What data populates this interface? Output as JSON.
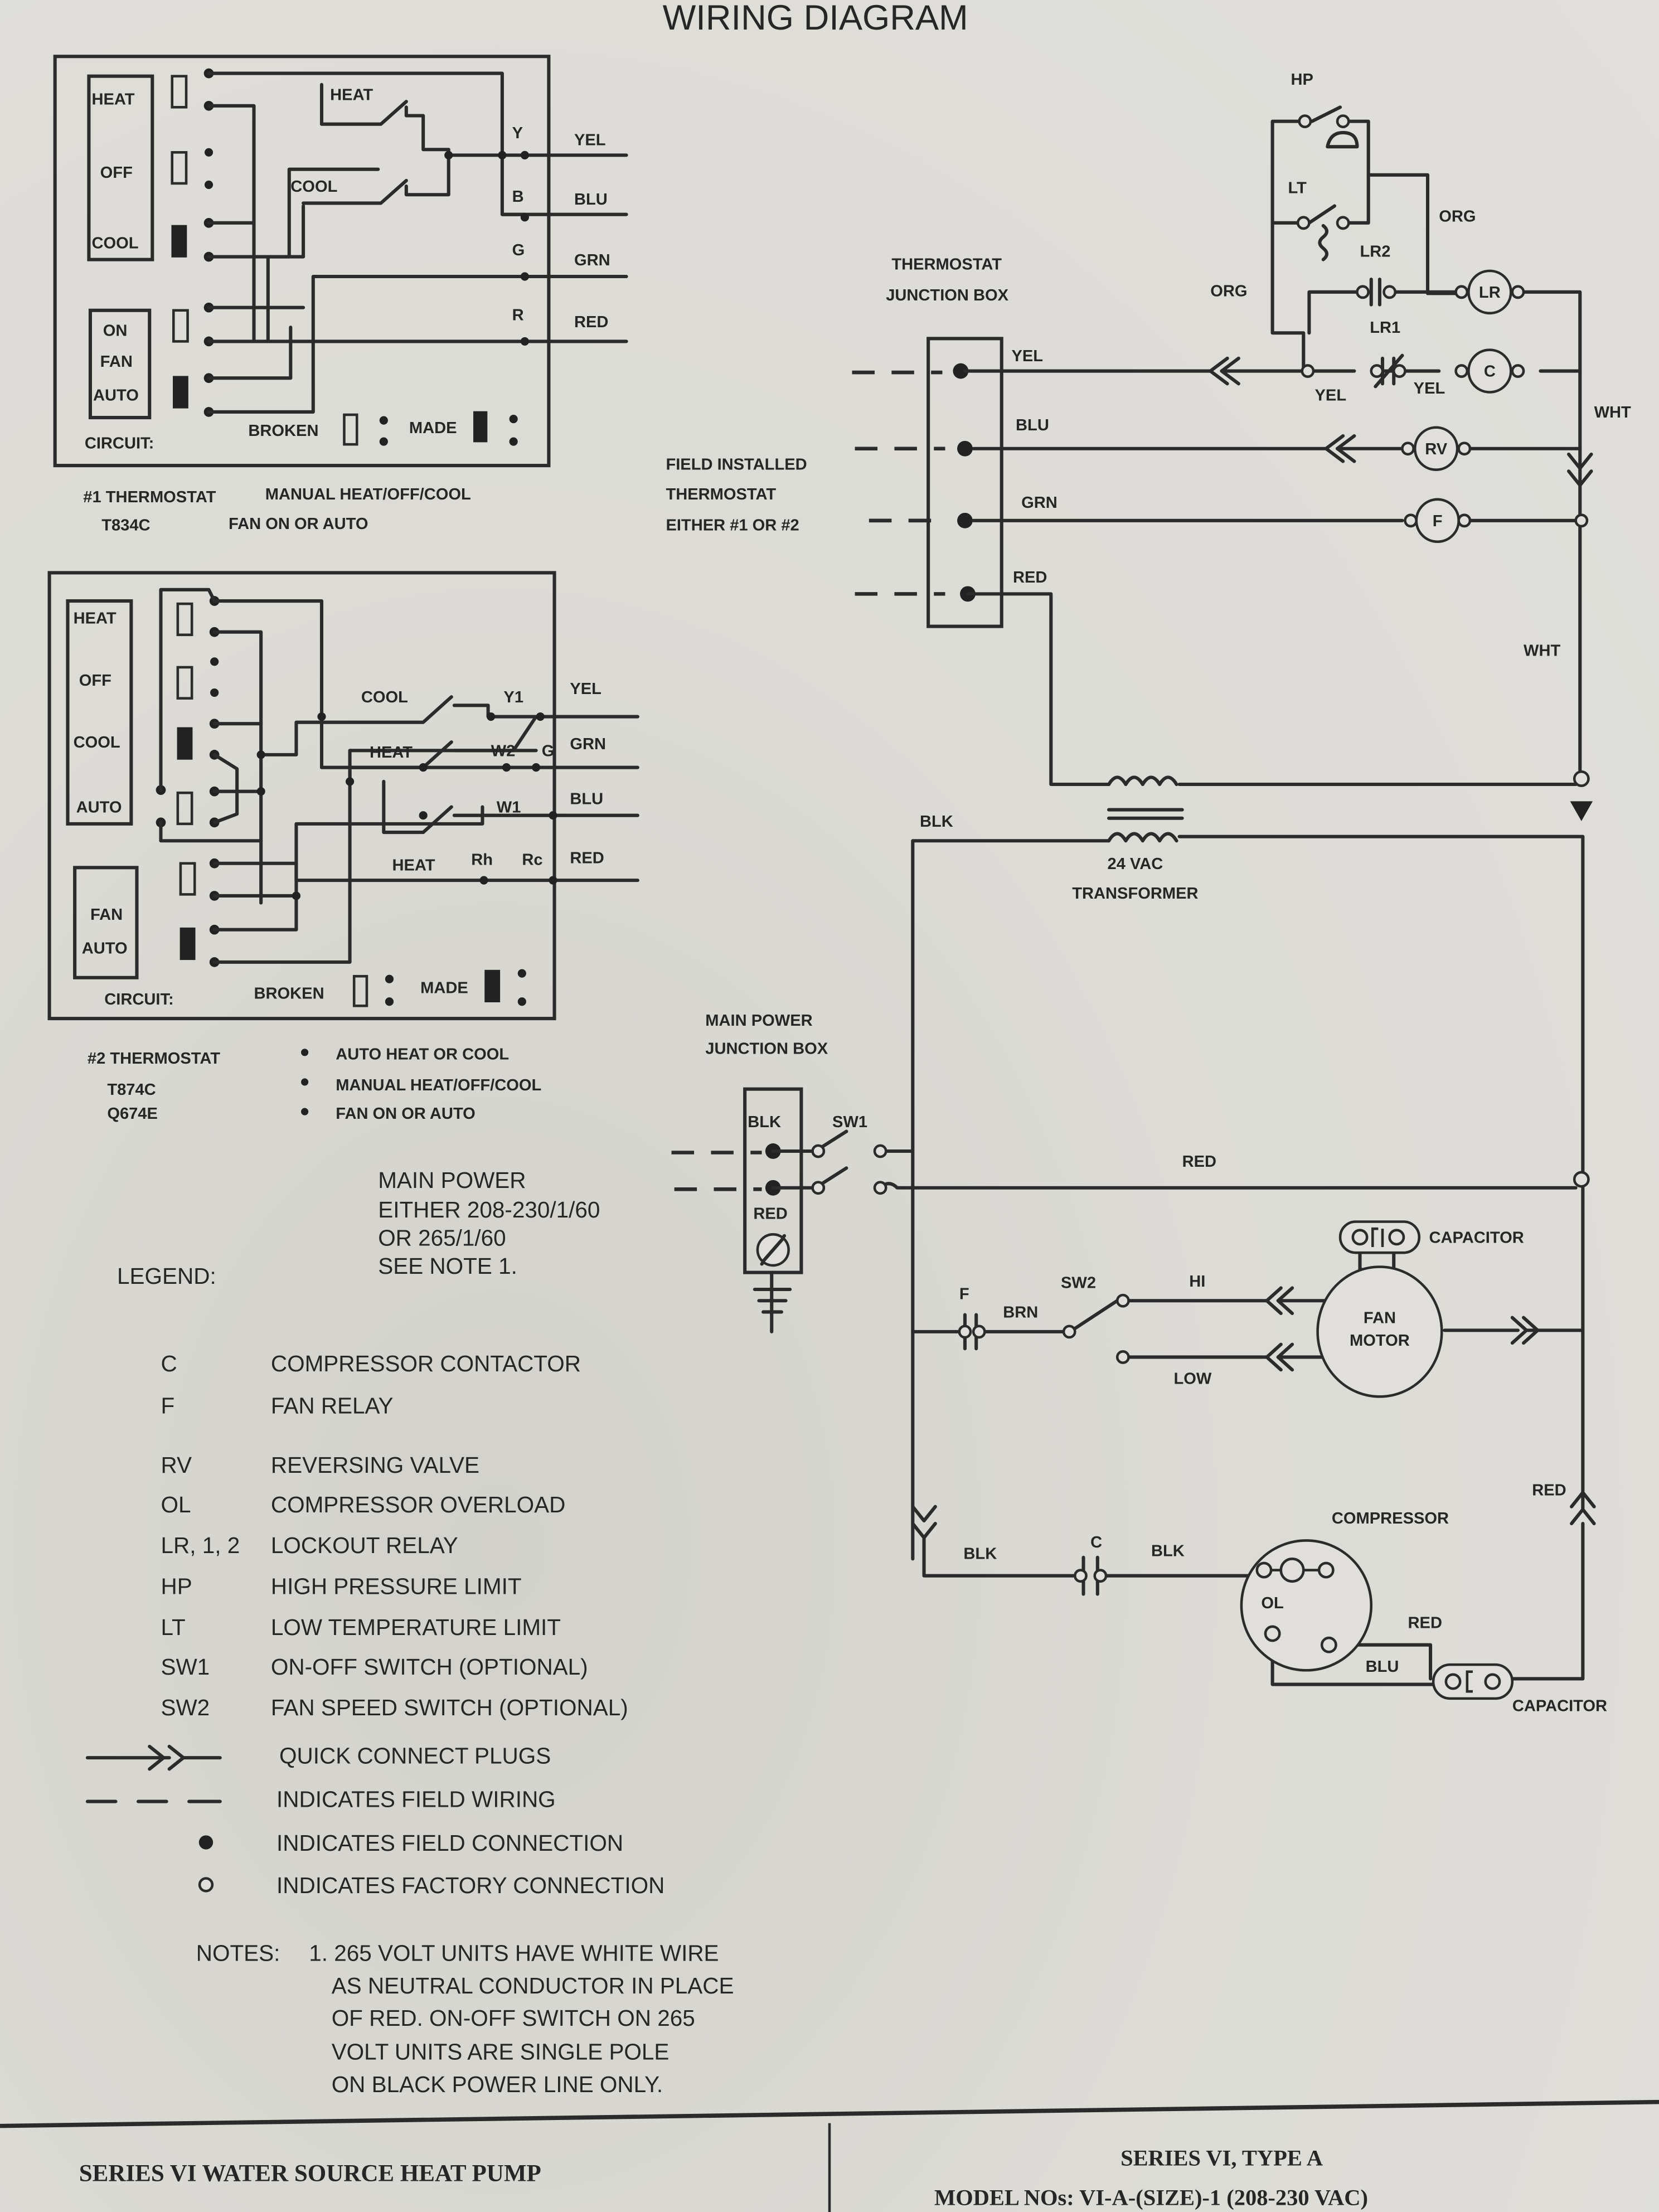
{
  "title": "WIRING DIAGRAM",
  "thermostat1": {
    "mode_labels": [
      "HEAT",
      "OFF",
      "COOL"
    ],
    "fan_labels": [
      "ON",
      "FAN",
      "AUTO"
    ],
    "switch_labels": [
      "HEAT",
      "COOL"
    ],
    "terminals": [
      "Y",
      "B",
      "G",
      "R"
    ],
    "wires": [
      "YEL",
      "BLU",
      "GRN",
      "RED"
    ],
    "circuit_label": "CIRCUIT:",
    "broken_label": "BROKEN",
    "made_label": "MADE",
    "caption_line1_left": "#1 THERMOSTAT",
    "caption_line1_right": "MANUAL HEAT/OFF/COOL",
    "caption_line2_left": "T834C",
    "caption_line2_right": "FAN ON OR AUTO"
  },
  "thermostat2": {
    "mode_labels": [
      "HEAT",
      "OFF",
      "COOL",
      "AUTO"
    ],
    "fan_labels": [
      "FAN",
      "AUTO"
    ],
    "switch_labels": [
      "COOL",
      "HEAT",
      "HEAT"
    ],
    "terminals": [
      "Y1",
      "W2",
      "G",
      "W1",
      "Rh",
      "Rc"
    ],
    "wires": [
      "YEL",
      "GRN",
      "BLU",
      "RED"
    ],
    "circuit_label": "CIRCUIT:",
    "broken_label": "BROKEN",
    "made_label": "MADE",
    "caption_left": [
      "#2 THERMOSTAT",
      "T874C",
      "Q674E"
    ],
    "features": [
      "AUTO HEAT OR COOL",
      "MANUAL HEAT/OFF/COOL",
      "FAN ON OR AUTO"
    ]
  },
  "field_installed_label": [
    "FIELD INSTALLED",
    "THERMOSTAT",
    "EITHER #1 OR #2"
  ],
  "thermostat_junction": {
    "title": [
      "THERMOSTAT",
      "JUNCTION BOX"
    ],
    "wires": [
      "YEL",
      "BLU",
      "GRN",
      "RED"
    ]
  },
  "control_circuit": {
    "hp_label": "HP",
    "lt_label": "LT",
    "lr2_label": "LR2",
    "lr1_label": "LR1",
    "org_left": "ORG",
    "org_right": "ORG",
    "yel_a": "YEL",
    "yel_b": "YEL",
    "coils": [
      "LR",
      "C",
      "RV",
      "F"
    ],
    "wht_top": "WHT",
    "wht_mid": "WHT"
  },
  "transformer": {
    "blk_label": "BLK",
    "label_line1": "24 VAC",
    "label_line2": "TRANSFORMER"
  },
  "main_power_junction": {
    "title": [
      "MAIN POWER",
      "JUNCTION BOX"
    ],
    "blk_label": "BLK",
    "red_label": "RED",
    "sw1_label": "SW1",
    "red_wire_label": "RED"
  },
  "main_power_note": [
    "MAIN POWER",
    "EITHER 208-230/1/60",
    "OR  265/1/60",
    "SEE NOTE 1."
  ],
  "fan_circuit": {
    "f_label": "F",
    "brn_label": "BRN",
    "sw2_label": "SW2",
    "hi_label": "HI",
    "low_label": "LOW",
    "motor_label": [
      "FAN",
      "MOTOR"
    ],
    "capacitor_label": "CAPACITOR"
  },
  "compressor_circuit": {
    "blk_a": "BLK",
    "c_label": "C",
    "blk_b": "BLK",
    "compressor_label": "COMPRESSOR",
    "ol_label": "OL",
    "red_a": "RED",
    "red_b": "RED",
    "blu_label": "BLU",
    "capacitor_label": "CAPACITOR"
  },
  "legend": {
    "heading": "LEGEND:",
    "items": [
      {
        "code": "C",
        "desc": "COMPRESSOR CONTACTOR"
      },
      {
        "code": "F",
        "desc": "FAN RELAY"
      },
      {
        "code": "RV",
        "desc": "REVERSING VALVE"
      },
      {
        "code": "OL",
        "desc": "COMPRESSOR OVERLOAD"
      },
      {
        "code": "LR, 1, 2",
        "desc": "LOCKOUT RELAY"
      },
      {
        "code": "HP",
        "desc": "HIGH PRESSURE LIMIT"
      },
      {
        "code": "LT",
        "desc": "LOW TEMPERATURE LIMIT"
      },
      {
        "code": "SW1",
        "desc": "ON-OFF SWITCH (OPTIONAL)"
      },
      {
        "code": "SW2",
        "desc": "FAN SPEED SWITCH (OPTIONAL)"
      }
    ],
    "symbols": [
      {
        "icon": "quick-connect-icon",
        "desc": "QUICK CONNECT PLUGS"
      },
      {
        "icon": "field-wiring-icon",
        "desc": "INDICATES FIELD WIRING"
      },
      {
        "icon": "field-connection-icon",
        "desc": "INDICATES FIELD CONNECTION"
      },
      {
        "icon": "factory-connection-icon",
        "desc": "INDICATES FACTORY CONNECTION"
      }
    ]
  },
  "notes": {
    "label": "NOTES:",
    "lines": [
      "1. 265 VOLT UNITS HAVE WHITE WIRE",
      "AS NEUTRAL CONDUCTOR IN PLACE",
      "OF RED. ON-OFF SWITCH ON 265",
      "VOLT UNITS ARE SINGLE POLE",
      "ON BLACK POWER LINE ONLY."
    ]
  },
  "title_block": {
    "left": "SERIES VI WATER SOURCE HEAT PUMP",
    "right_line1": "SERIES VI, TYPE A",
    "right_line2": "MODEL NOs: VI-A-(SIZE)-1 (208-230 VAC)"
  }
}
